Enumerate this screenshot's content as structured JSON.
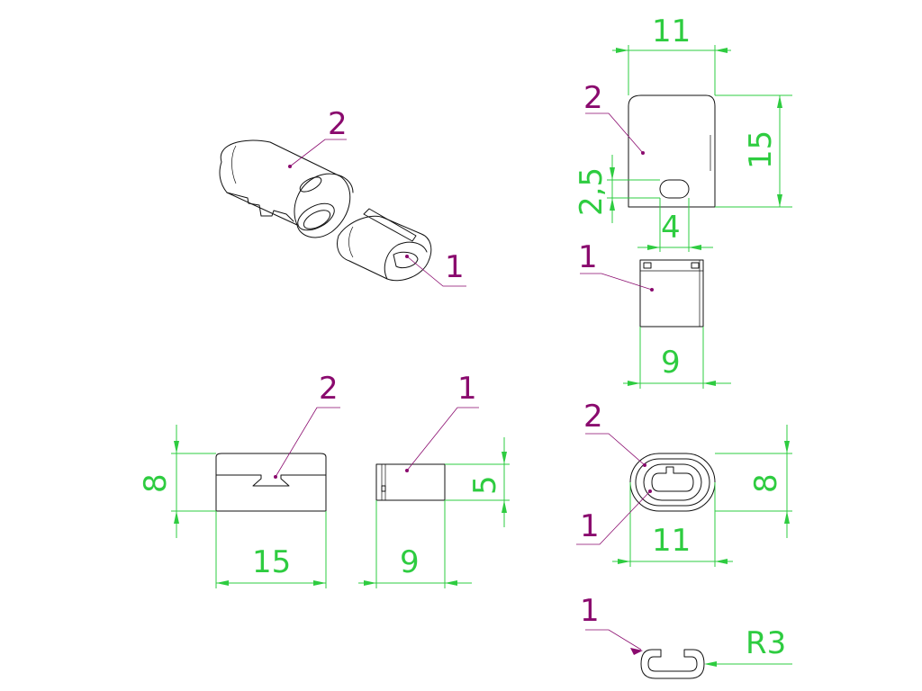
{
  "part_labels": {
    "part_1": "1",
    "part_2": "2"
  },
  "dimensions": {
    "top_width": "11",
    "top_height": "15",
    "slot_offset": "2,5",
    "slot_width": "4",
    "part1_width_top": "9",
    "front_height": "8",
    "front_width": "15",
    "side_height": "5",
    "side_width": "9",
    "end_height": "8",
    "end_width": "11",
    "radius": "R3"
  },
  "colors": {
    "dimension": "#2ecc40",
    "label": "#8a0a6e",
    "outline": "#111111"
  }
}
